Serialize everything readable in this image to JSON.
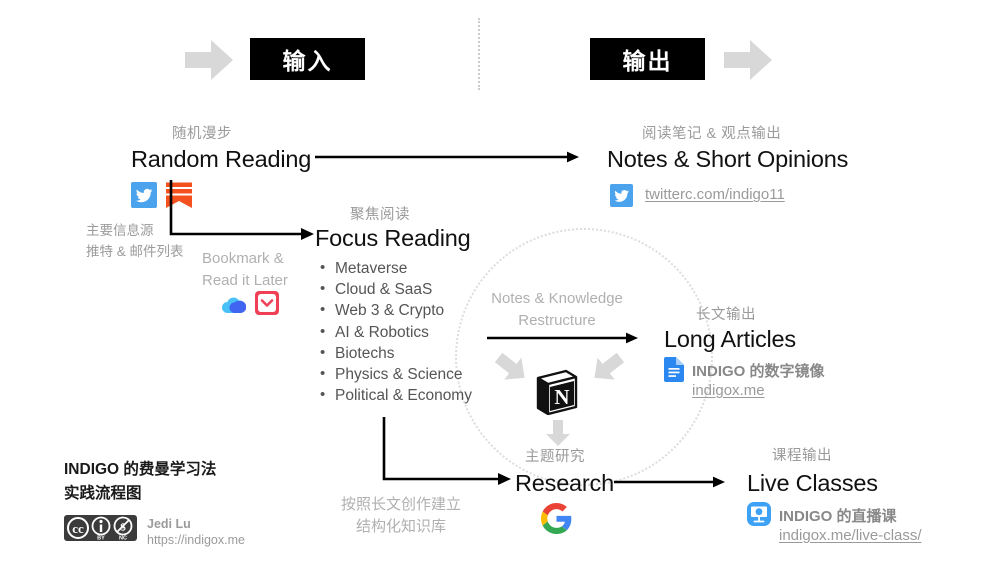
{
  "header": {
    "input_label": "输入",
    "output_label": "输出",
    "left_arrow_icon": "right-arrow-icon",
    "right_arrow_icon": "right-arrow-icon",
    "divider_icon": "vertical-dotted-divider"
  },
  "random_reading": {
    "zh": "随机漫步",
    "en": "Random Reading",
    "icons": [
      "twitter-icon",
      "reeder-icon"
    ],
    "source_note_line1": "主要信息源",
    "source_note_line2": "推特 & 邮件列表"
  },
  "bookmark": {
    "line1": "Bookmark &",
    "line2": "Read it Later",
    "icons": [
      "cubox-icon",
      "pocket-icon"
    ]
  },
  "focus_reading": {
    "zh": "聚焦阅读",
    "en": "Focus Reading",
    "topics": [
      "Metaverse",
      "Cloud & SaaS",
      "Web 3 & Crypto",
      "AI & Robotics",
      "Biotechs",
      "Physics & Science",
      "Political & Economy"
    ]
  },
  "notes_opinions": {
    "zh": "阅读笔记 & 观点输出",
    "en": "Notes & Short Opinions",
    "icon": "twitter-icon",
    "link": "twitterc.com/indigo11"
  },
  "restructure": {
    "line1": "Notes & Knowledge",
    "line2": "Restructure",
    "center_icon": "notion-icon"
  },
  "research": {
    "zh": "主题研究",
    "en": "Research",
    "icon": "google-icon"
  },
  "long_articles": {
    "zh": "长文输出",
    "en": "Long Articles",
    "icon": "google-docs-icon",
    "caption": "INDIGO 的数字镜像",
    "link": "indigox.me"
  },
  "live_classes": {
    "zh": "课程输出",
    "en": "Live Classes",
    "icon": "keynote-icon",
    "caption": "INDIGO 的直播课",
    "link": "indigox.me/live-class/"
  },
  "structured_kb": {
    "line1": "按照长文创作建立",
    "line2": "结构化知识库"
  },
  "credits": {
    "title_line1": "INDIGO 的费曼学习法",
    "title_line2": "实践流程图",
    "license_icon": "creative-commons-by-nc-icon",
    "license_terms": [
      "BY",
      "NC"
    ],
    "author": "Jedi Lu",
    "url": "https://indigox.me"
  },
  "colors": {
    "black": "#000000",
    "twitter_blue": "#4aa3ec",
    "reeder_orange": "#f4511e",
    "pocket_red": "#ef4056",
    "gray_arrow": "#d8d8d8",
    "google_blue": "#4285F4",
    "google_red": "#EA4335",
    "google_yellow": "#FBBC05",
    "google_green": "#34A853"
  }
}
